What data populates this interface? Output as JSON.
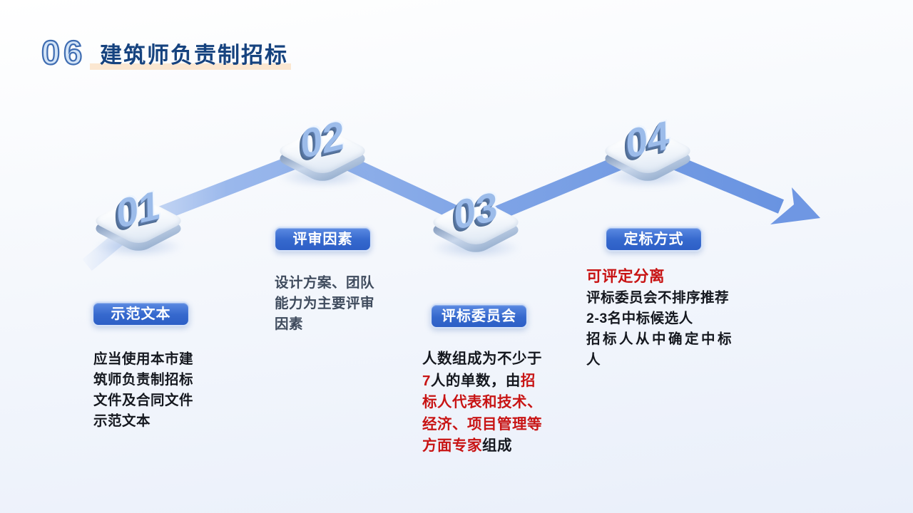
{
  "header": {
    "number": "06",
    "title": "建筑师负责制招标"
  },
  "colors": {
    "navy": "#16437f",
    "peach": "#fbe7d1",
    "pill_blue": "#3568cd",
    "arrow_blue": "#7ba1e6",
    "ink": "#15181f",
    "gray_text": "#3f4b5d",
    "red": "#c81414"
  },
  "steps": [
    {
      "index": "01",
      "label": "示范文本",
      "lines": [
        [
          {
            "t": "应当使用本市建"
          }
        ],
        [
          {
            "t": "筑师负责制招标"
          }
        ],
        [
          {
            "t": "文件及合同文件"
          }
        ],
        [
          {
            "t": "示范文本"
          }
        ]
      ]
    },
    {
      "index": "02",
      "label": "评审因素",
      "lines": [
        [
          {
            "t": "设计方案、团队"
          }
        ],
        [
          {
            "t": "能力为主要评审"
          }
        ],
        [
          {
            "t": "因素"
          }
        ]
      ]
    },
    {
      "index": "03",
      "label": "评标委员会",
      "lines": [
        [
          {
            "t": "人数组成为不少于"
          }
        ],
        [
          {
            "t": "7",
            "red": true
          },
          {
            "t": "人的单数，由"
          },
          {
            "t": "招",
            "red": true
          }
        ],
        [
          {
            "t": "标人代表和技术、",
            "red": true
          }
        ],
        [
          {
            "t": "经济、项目管理等",
            "red": true
          }
        ],
        [
          {
            "t": "方面专家",
            "red": true
          },
          {
            "t": "组成"
          }
        ]
      ]
    },
    {
      "index": "04",
      "label": "定标方式",
      "lines": [
        [
          {
            "t": "可评定分离",
            "red": true,
            "big": true
          }
        ],
        [
          {
            "t": "评标委员会不排序推荐"
          }
        ],
        [
          {
            "t": "2-3名中标候选人"
          }
        ],
        [
          {
            "t": "招标人从中确定中标",
            "sp": true
          }
        ],
        [
          {
            "t": "人"
          }
        ]
      ]
    }
  ]
}
